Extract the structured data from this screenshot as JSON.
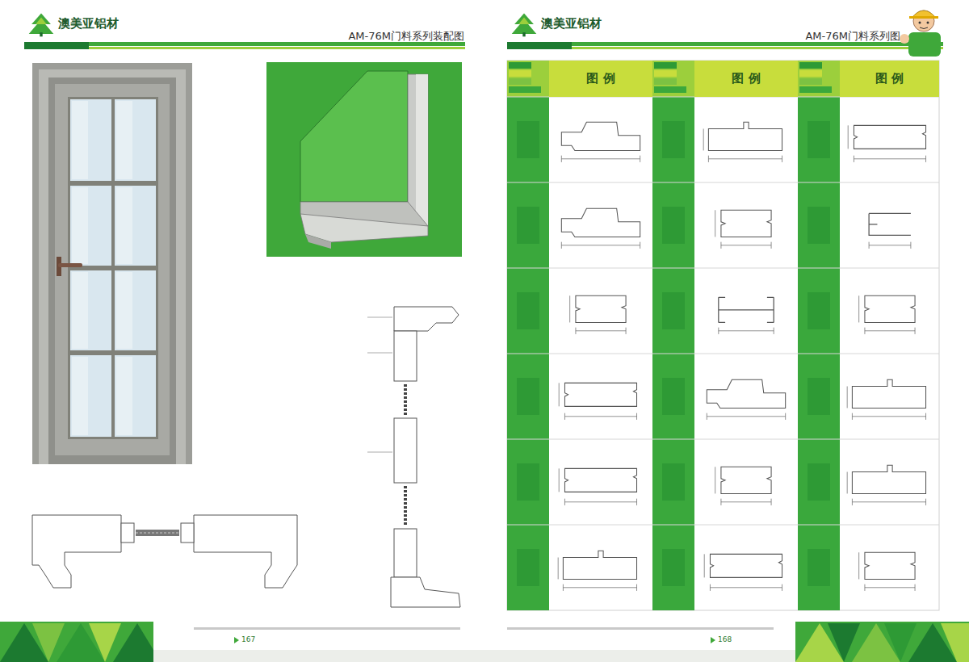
{
  "diagram": {
    "nodes": [
      {
        "text": [
          "图 例"
        ]
      },
      {
        "text": [
          "图 例"
        ]
      },
      {
        "text": [
          "图 例"
        ]
      }
    ],
    "labels": [
      "澳美亚铝材",
      "AM-76M门料系列装配图",
      "澳美亚铝材",
      "AM-76M门料系列图",
      "167",
      "168"
    ]
  }
}
